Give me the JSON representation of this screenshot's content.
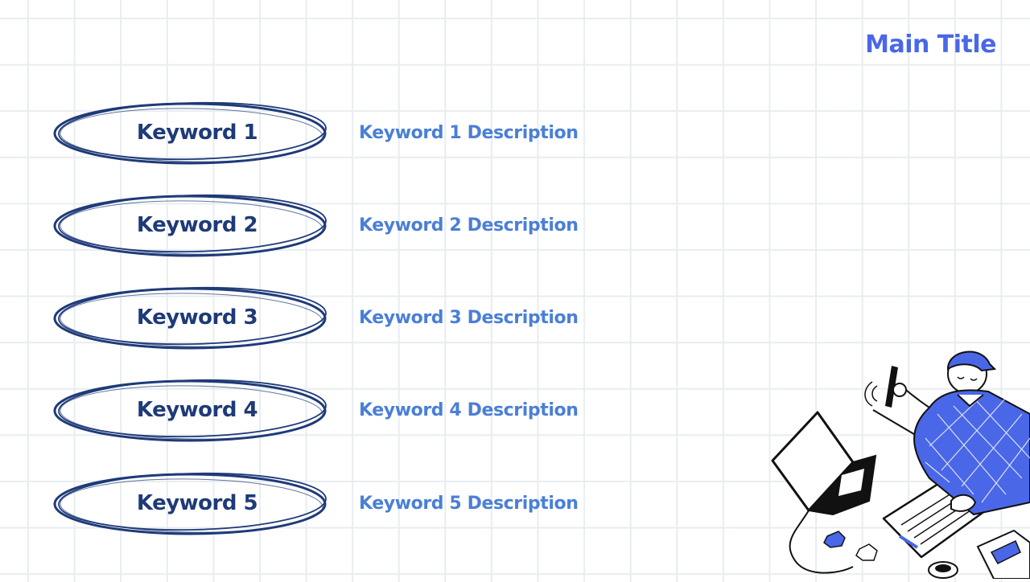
{
  "title": "Main Title",
  "keywords": [
    {
      "label": "Keyword 1",
      "description": "Keyword 1 Description"
    },
    {
      "label": "Keyword 2",
      "description": "Keyword 2 Description"
    },
    {
      "label": "Keyword 3",
      "description": "Keyword 3 Description"
    },
    {
      "label": "Keyword 4",
      "description": "Keyword 4 Description"
    },
    {
      "label": "Keyword 5",
      "description": "Keyword 5 Description"
    }
  ],
  "colors": {
    "title": "#4a67e8",
    "keyword_text": "#1e3a78",
    "description_text": "#4a7fd6",
    "oval_stroke": "#1e3a78",
    "illustration_accent": "#4a67e8"
  },
  "illustration": {
    "icon": "person-working-at-desk-illustration"
  }
}
